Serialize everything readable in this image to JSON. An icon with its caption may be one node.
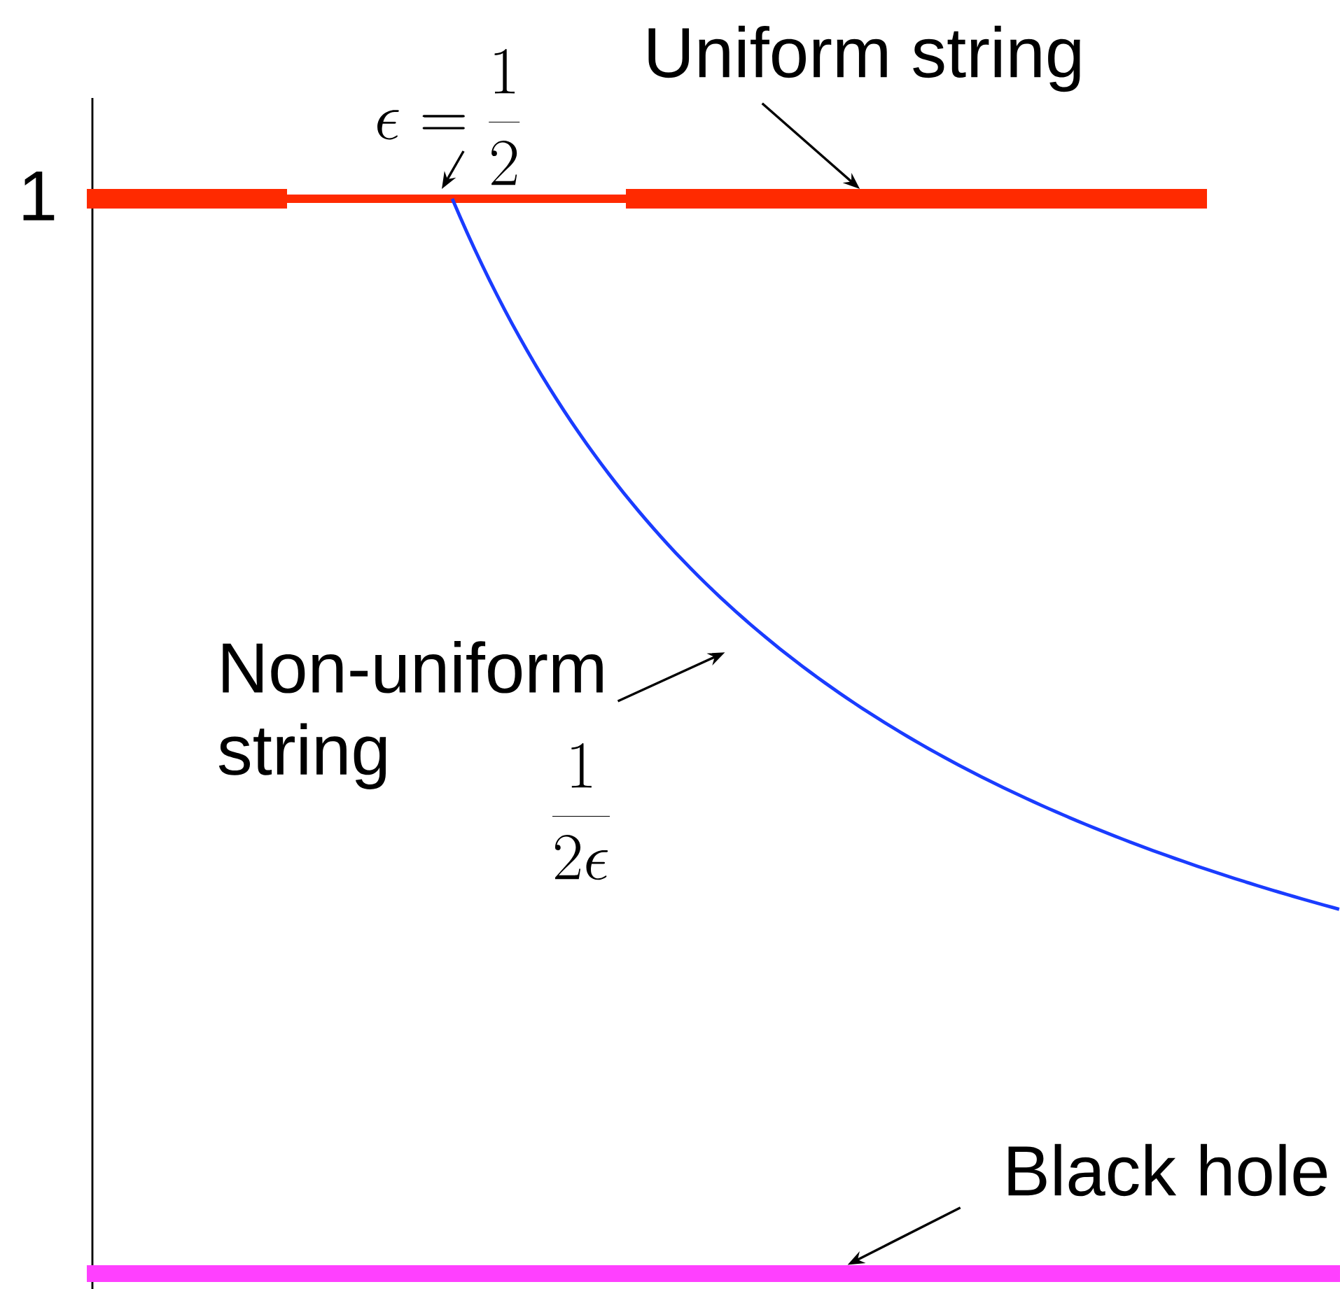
{
  "diagram": {
    "nodes": [
      {
        "text": [
          "Uniform string"
        ]
      },
      {
        "text": [],
        "shape": "bar"
      },
      {
        "text": [
          "\\epsilon = \\frac{1}{2}"
        ]
      },
      {
        "text": [
          "Non-uniform string"
        ]
      },
      {
        "text": [],
        "shape": "curve"
      },
      {
        "text": [
          "Black hole"
        ]
      },
      {
        "text": [],
        "shape": "bar"
      }
    ],
    "edges": [
      {
        "from": 0,
        "to": 1,
        "arrow": "to"
      },
      {
        "from": 2,
        "to": 1,
        "arrow": "to"
      },
      {
        "from": 3,
        "to": 4,
        "arrow": "to"
      },
      {
        "from": 5,
        "to": 6,
        "arrow": "to"
      }
    ],
    "labels": [
      "1",
      "\\frac{1}{2\\epsilon}"
    ]
  }
}
